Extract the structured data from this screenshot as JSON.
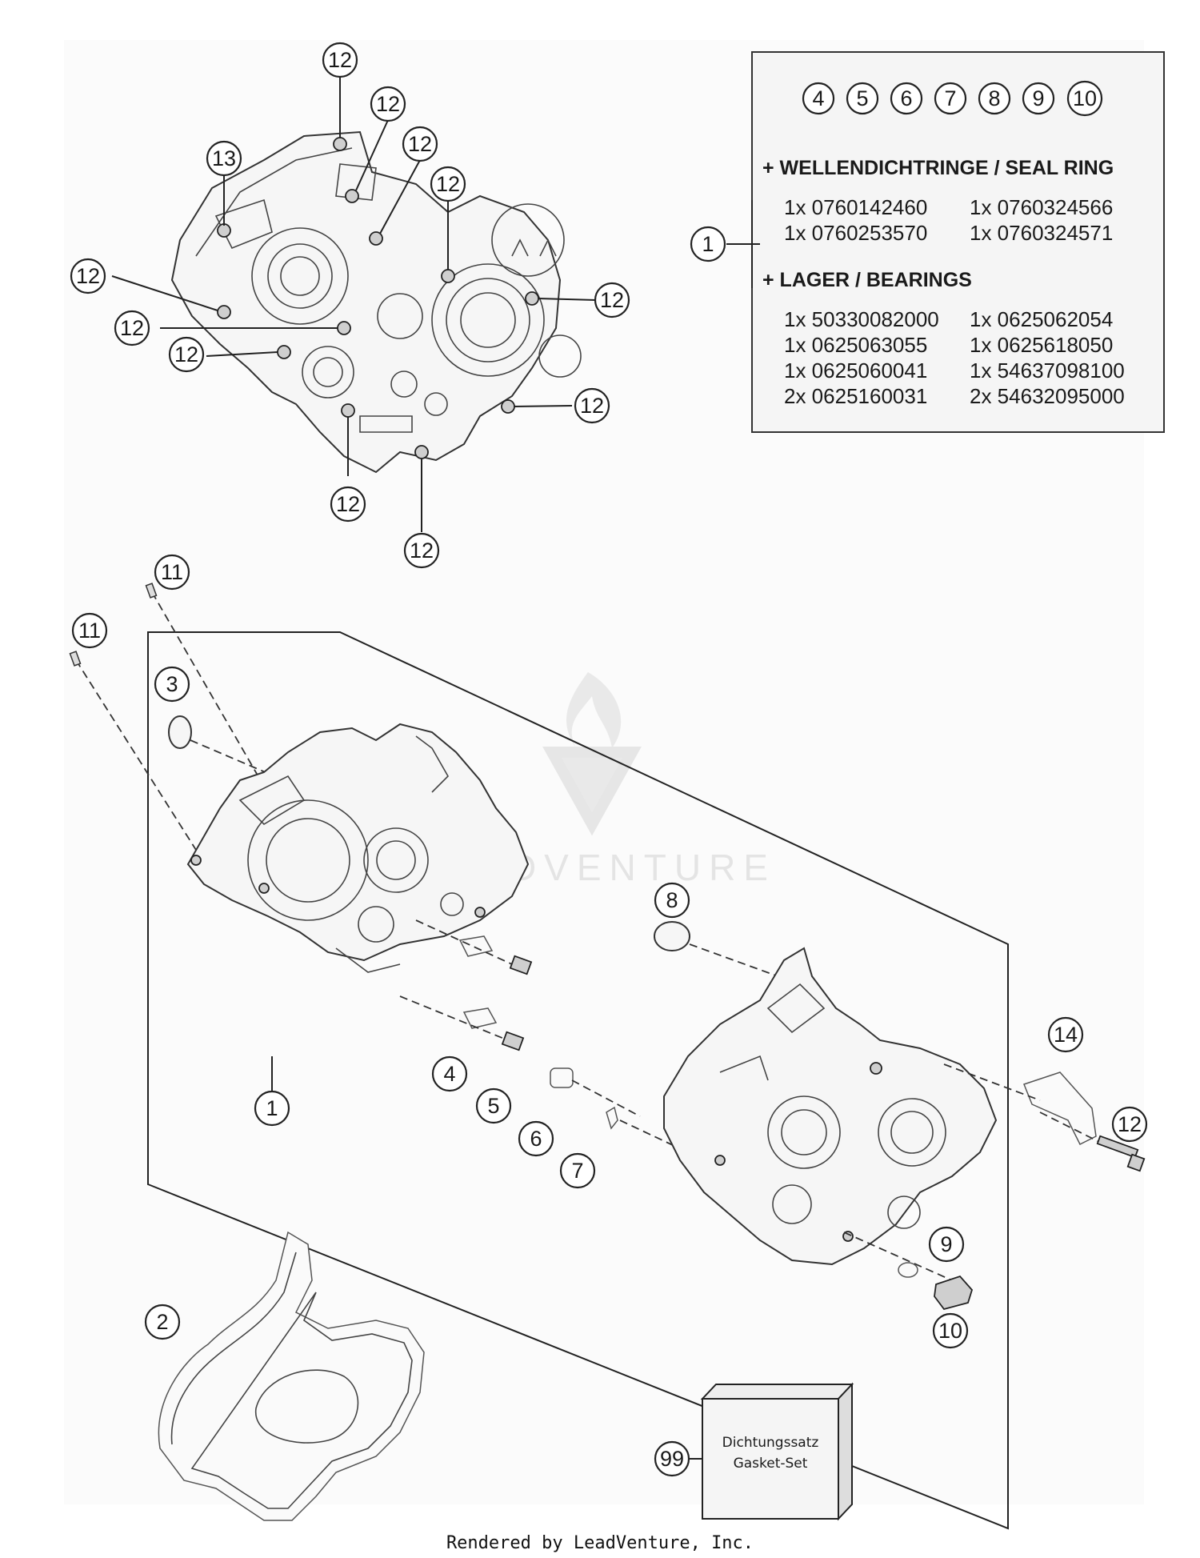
{
  "info_box": {
    "item_numbers": [
      "4",
      "5",
      "6",
      "7",
      "8",
      "9",
      "10"
    ],
    "callout": "1",
    "seal_ring_heading": "+ WELLENDICHTRINGE / SEAL RING",
    "seal_rings": [
      [
        "1x 0760142460",
        "1x 0760324566"
      ],
      [
        "1x 0760253570",
        "1x 0760324571"
      ]
    ],
    "bearings_heading": "+ LAGER / BEARINGS",
    "bearings": [
      [
        "1x 50330082000",
        "1x 0625062054"
      ],
      [
        "1x 0625063055",
        "1x 0625618050"
      ],
      [
        "1x 0625060041",
        "1x 54637098100"
      ],
      [
        "2x 0625160031",
        "2x 54632095000"
      ]
    ]
  },
  "callouts": {
    "top_12": "12",
    "top_13": "13",
    "dowel_a": "11",
    "dowel_b": "11",
    "seal_3": "3",
    "case_1": "1",
    "item_4": "4",
    "item_5": "5",
    "item_6": "6",
    "item_7": "7",
    "item_8": "8",
    "item_9": "9",
    "item_10": "10",
    "item_12": "12",
    "item_14": "14",
    "gasket_2": "2",
    "set_99": "99"
  },
  "gasket_set": {
    "label_de": "Dichtungssatz",
    "label_en": "Gasket-Set"
  },
  "watermark": "LEADVENTURE",
  "footer": "Rendered by LeadVenture, Inc."
}
